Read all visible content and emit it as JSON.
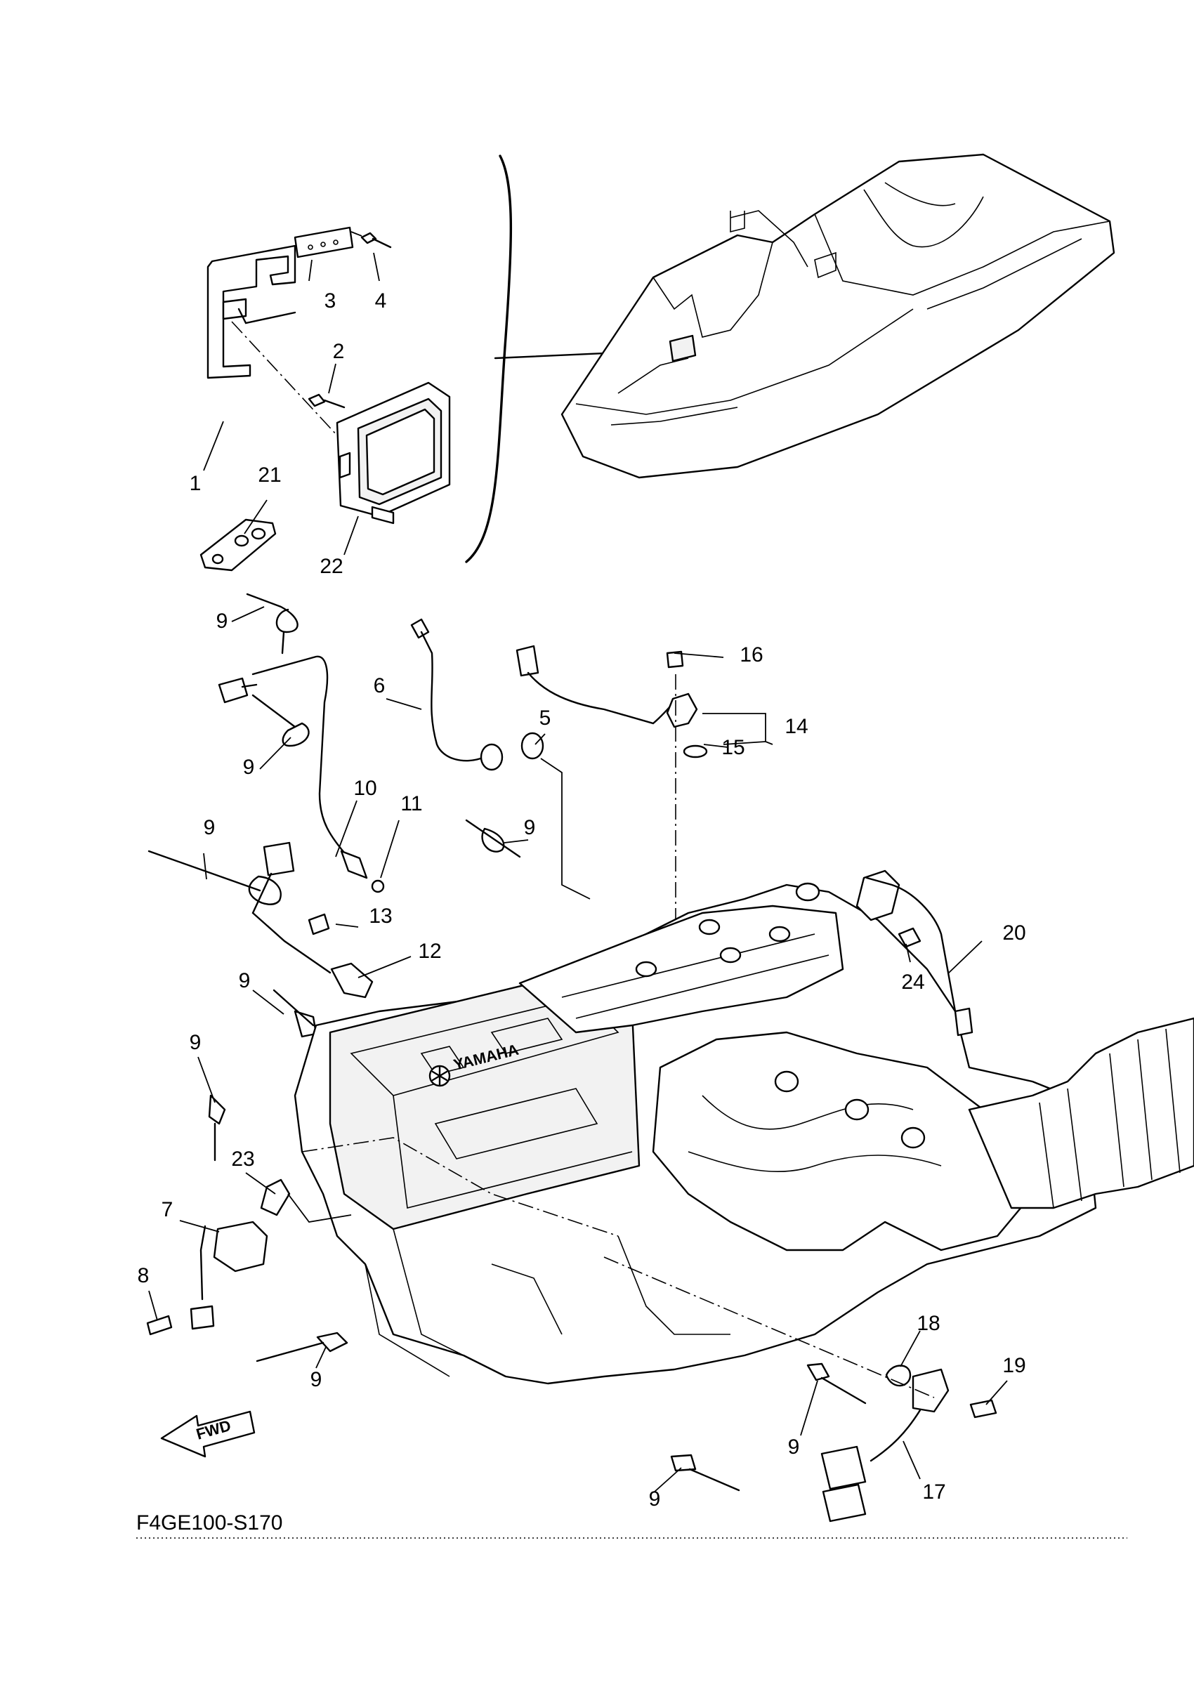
{
  "drawing": {
    "code": "F4GE100-S170",
    "direction_label": "FWD",
    "vehicle": "personal watercraft outline",
    "main_assembly": "engine"
  },
  "callouts": {
    "c1": "1",
    "c2": "2",
    "c3": "3",
    "c4": "4",
    "c5": "5",
    "c6": "6",
    "c7": "7",
    "c8": "8",
    "c9a": "9",
    "c9b": "9",
    "c9c": "9",
    "c9d": "9",
    "c9e": "9",
    "c9f": "9",
    "c9g": "9",
    "c9h": "9",
    "c9i": "9",
    "c10": "10",
    "c11": "11",
    "c12": "12",
    "c13": "13",
    "c14": "14",
    "c15": "15",
    "c16": "16",
    "c17": "17",
    "c18": "18",
    "c19": "19",
    "c20": "20",
    "c21": "21",
    "c22": "22",
    "c23": "23",
    "c24": "24"
  },
  "icons": [
    "fwd-arrow-icon",
    "yamaha-logo-icon"
  ]
}
